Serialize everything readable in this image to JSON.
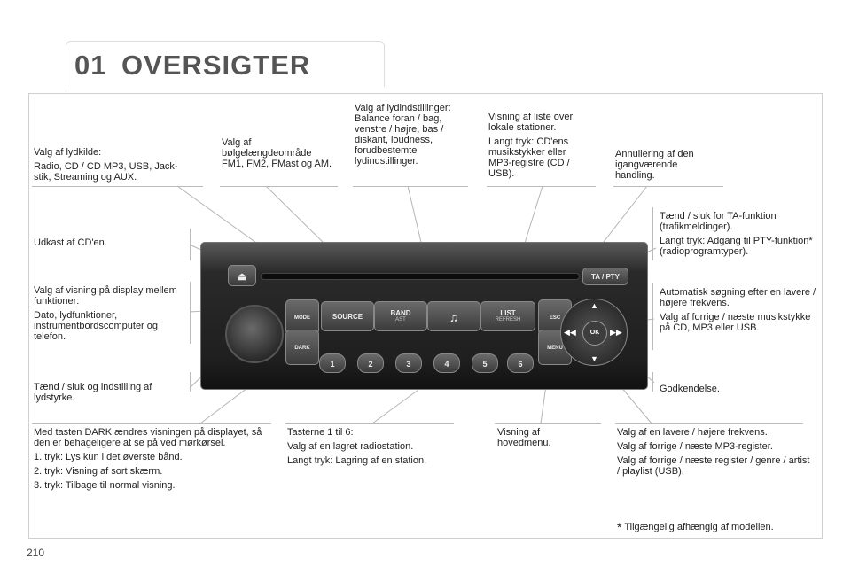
{
  "header": {
    "chapter": "01",
    "title": "OVERSIGTER"
  },
  "page_number": "210",
  "footnote": {
    "star": "*",
    "text": "Tilgængelig afhængig af modellen."
  },
  "callouts": {
    "source": [
      "Valg af lydkilde:",
      "Radio, CD / CD MP3, USB, Jack-stik, Streaming og AUX."
    ],
    "band": [
      "Valg af bølgelængdeområde FM1, FM2, FMast og AM."
    ],
    "audio": [
      "Valg af lydindstillinger: Balance foran / bag, venstre / højre, bas / diskant, loudness, forudbestemte lydindstillinger."
    ],
    "list": [
      "Visning af liste over lokale stationer.",
      "Langt tryk: CD'ens musikstykker eller MP3-registre (CD / USB)."
    ],
    "esc": [
      "Annullering af den igangværende handling."
    ],
    "ta": [
      "Tænd / sluk for TA-funktion (trafikmeldinger).",
      "Langt tryk: Adgang til PTY-funktion* (radioprogramtyper)."
    ],
    "eject": [
      "Udkast af CD'en."
    ],
    "mode": [
      "Valg af visning på display mellem funktioner:",
      "Dato, lydfunktioner, instrumentbordscomputer og telefon."
    ],
    "auto_search": [
      "Automatisk søgning efter en lavere / højere frekvens.",
      "Valg af forrige / næste musikstykke på CD, MP3 eller USB."
    ],
    "volume": [
      "Tænd / sluk og indstilling af lydstyrke."
    ],
    "ok": [
      "Godkendelse."
    ],
    "dark": [
      "Med tasten DARK ændres visningen på displayet, så den er behageligere at se på ved mørkørsel.",
      "1. tryk: Lys kun i det øverste bånd.",
      "2. tryk: Visning af sort skærm.",
      "3. tryk: Tilbage til normal visning."
    ],
    "presets": [
      "Tasterne 1 til 6:",
      "Valg af en lagret radiostation.",
      "Langt tryk: Lagring af en station."
    ],
    "menu": [
      "Visning af hovedmenu."
    ],
    "updown": [
      "Valg af en lavere / højere frekvens.",
      "Valg af forrige / næste MP3-register.",
      "Valg af forrige / næste register / genre / artist / playlist (USB)."
    ]
  },
  "radio": {
    "eject_symbol": "⏏",
    "ta_label": "TA / PTY",
    "mode_label": "MODE",
    "dark_label": "DARK",
    "source_label": "SOURCE",
    "band_label": "BAND",
    "band_sub": "AST",
    "note_symbol": "♫",
    "list_label": "LIST",
    "list_sub": "REFRESH",
    "esc_label": "ESC",
    "menu_label": "MENU",
    "ok_label": "OK",
    "up": "▲",
    "down": "▼",
    "left": "◀◀",
    "right": "▶▶",
    "presets": [
      "1",
      "2",
      "3",
      "4",
      "5",
      "6"
    ]
  }
}
